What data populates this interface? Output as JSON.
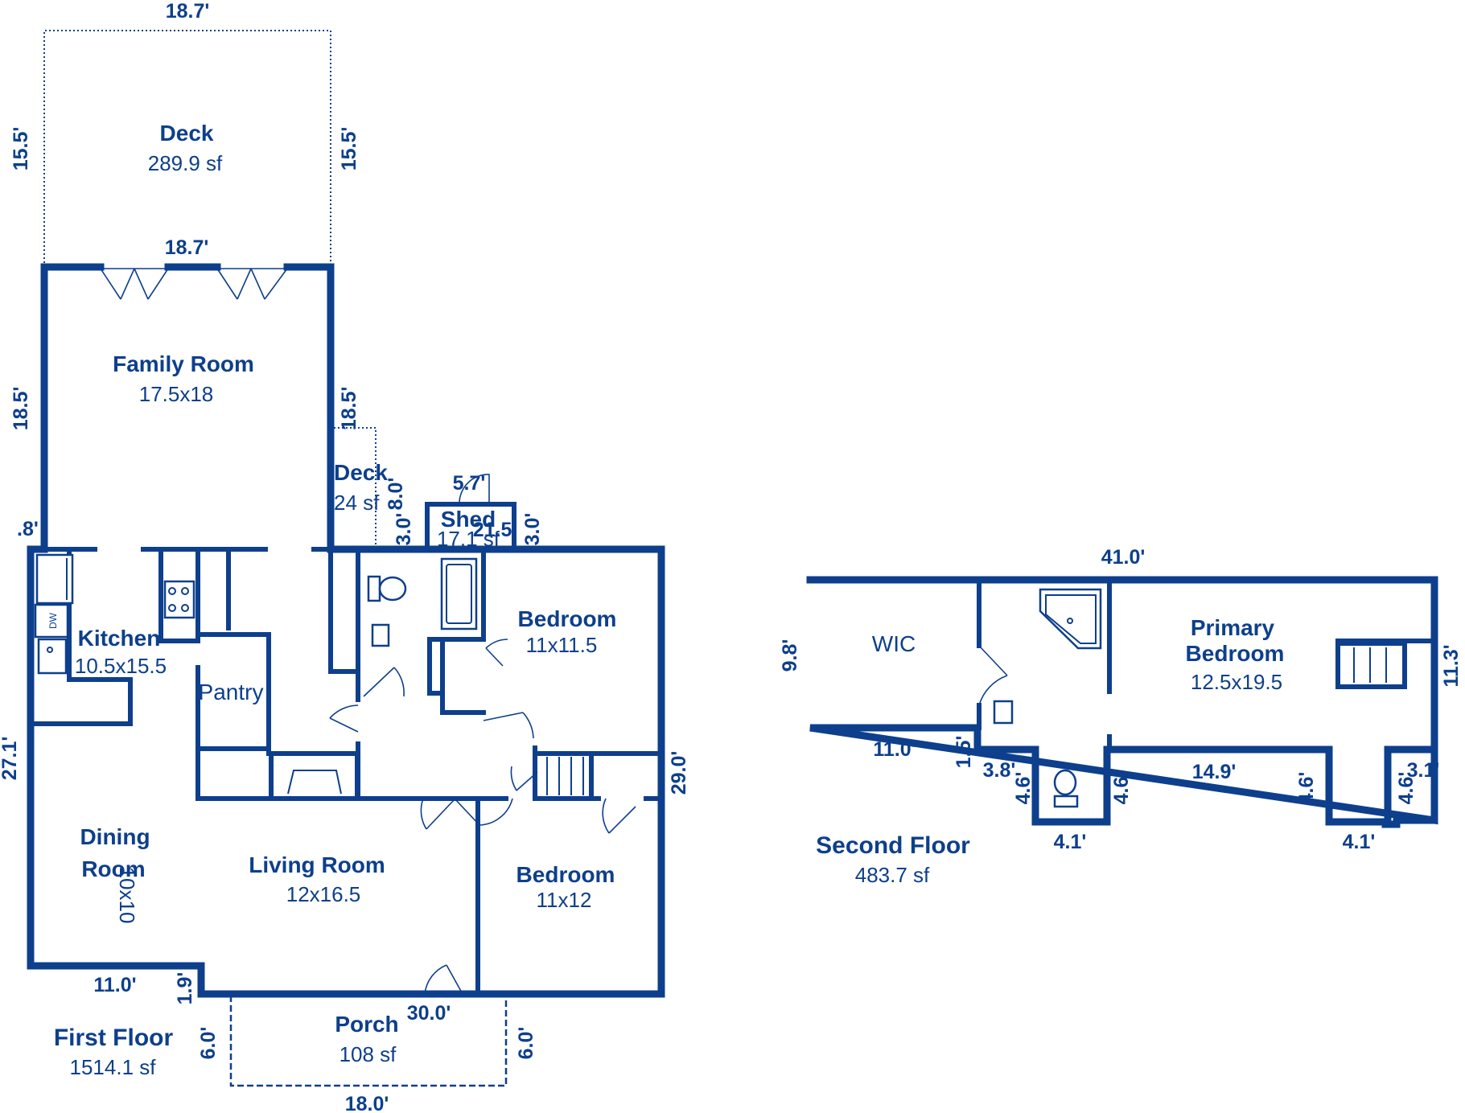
{
  "first_floor": {
    "title": "First Floor",
    "area": "1514.1 sf",
    "rooms": {
      "deck_main": {
        "name": "Deck",
        "size": "289.9 sf"
      },
      "family_room": {
        "name": "Family Room",
        "size": "17.5x18"
      },
      "deck_small": {
        "name": "Deck",
        "size": "24 sf"
      },
      "shed": {
        "name": "Shed",
        "size": "17.1 sf"
      },
      "kitchen": {
        "name": "Kitchen",
        "size": "10.5x15.5"
      },
      "pantry": {
        "name": "Pantry"
      },
      "bedroom_1": {
        "name": "Bedroom",
        "size": "11x11.5"
      },
      "bedroom_2": {
        "name": "Bedroom",
        "size": "11x12"
      },
      "dining_room": {
        "name_line1": "Dining",
        "name_line2": "Room",
        "size": "10x10"
      },
      "living_room": {
        "name": "Living Room",
        "size": "12x16.5"
      },
      "porch": {
        "name": "Porch",
        "size": "108 sf"
      },
      "dishwasher_label": "DW"
    },
    "dimensions": {
      "deck_top": "18.7'",
      "deck_left": "15.5'",
      "deck_right": "15.5'",
      "family_top": "18.7'",
      "family_left": "18.5'",
      "family_right": "18.5'",
      "small_deck_height": "8.0'",
      "small_deck_step": "3.0'",
      "shed_top": "5.7'",
      "shed_width": "21.5'",
      "shed_side": "3.0'",
      "family_offset": ".8'",
      "left_side": "27.1'",
      "right_side": "29.0'",
      "bottom_left": "11.0'",
      "bottom_step": "1.9'",
      "bottom_main": "30.0'",
      "porch_left": "6.0'",
      "porch_right": "6.0'",
      "porch_bottom": "18.0'"
    }
  },
  "second_floor": {
    "title": "Second Floor",
    "area": "483.7 sf",
    "rooms": {
      "wic": {
        "name": "WIC"
      },
      "primary_bedroom": {
        "name_line1": "Primary",
        "name_line2": "Bedroom",
        "size": "12.5x19.5"
      }
    },
    "dimensions": {
      "top": "41.0'",
      "left": "9.8'",
      "right": "11.3'",
      "wic_bottom": "11.0'",
      "step_small": "1.5'",
      "bump1_offset": "3.8'",
      "bump1_left": "4.6'",
      "bump1_right": "4.6'",
      "bump1_bottom": "4.1'",
      "middle_bottom": "14.9'",
      "bump2_left": "4.6'",
      "bump2_right": "4.6'",
      "bump2_offset": "3.1'",
      "bump2_bottom": "4.1'"
    }
  }
}
